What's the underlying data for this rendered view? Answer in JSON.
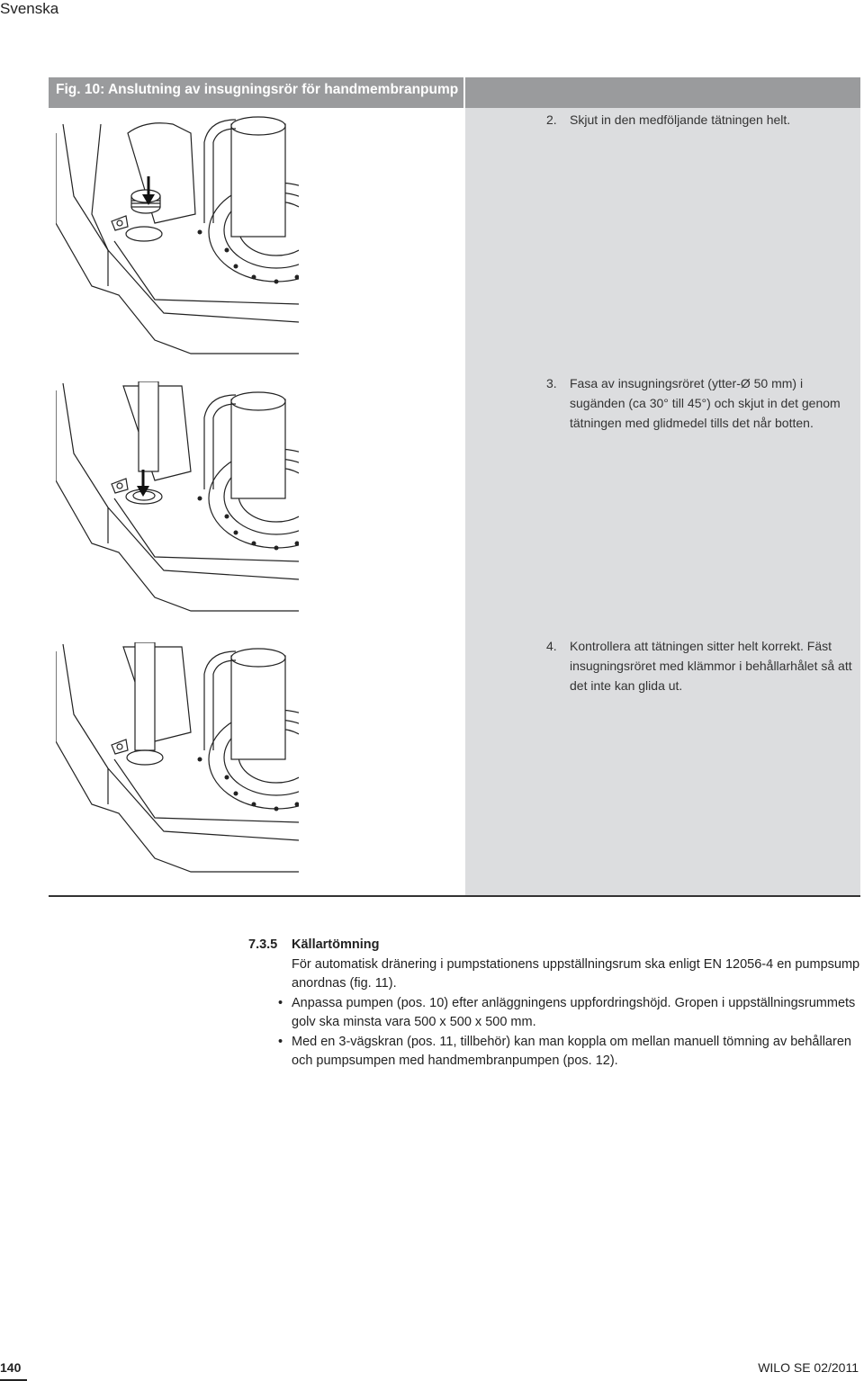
{
  "header": {
    "language": "Svenska"
  },
  "figure": {
    "title": "Fig. 10: Anslutning av insugningsrör för handmembranpump",
    "steps": [
      {
        "num": "2.",
        "text": "Skjut in den medföljande tätningen helt."
      },
      {
        "num": "3.",
        "text": "Fasa av insugningsröret (ytter-Ø 50 mm) i sugänden (ca 30° till 45°) och skjut in det genom tätningen med glidmedel tills det når botten."
      },
      {
        "num": "4.",
        "text": "Kontrollera att tätningen sitter helt korrekt. Fäst insugningsröret med klämmor i behållarhålet så att det inte kan glida ut."
      }
    ]
  },
  "section": {
    "number": "7.3.5",
    "title": "Källartömning",
    "intro": "För automatisk dränering i pumpstationens uppställningsrum ska enligt EN 12056-4 en pumpsump anordnas (fig. 11).",
    "bullets": [
      "Anpassa pumpen (pos. 10) efter anläggningens uppfordringshöjd. Gropen i uppställningsrummets golv ska minsta vara 500 x 500 x 500 mm.",
      "Med en 3-vägskran (pos. 11, tillbehör) kan man koppla om mellan manuell tömning av behållaren och pumpsumpen med handmembranpumpen (pos. 12)."
    ],
    "bullet_symbol": "•"
  },
  "footer": {
    "page_number": "140",
    "company": "WILO SE 02/2011"
  }
}
